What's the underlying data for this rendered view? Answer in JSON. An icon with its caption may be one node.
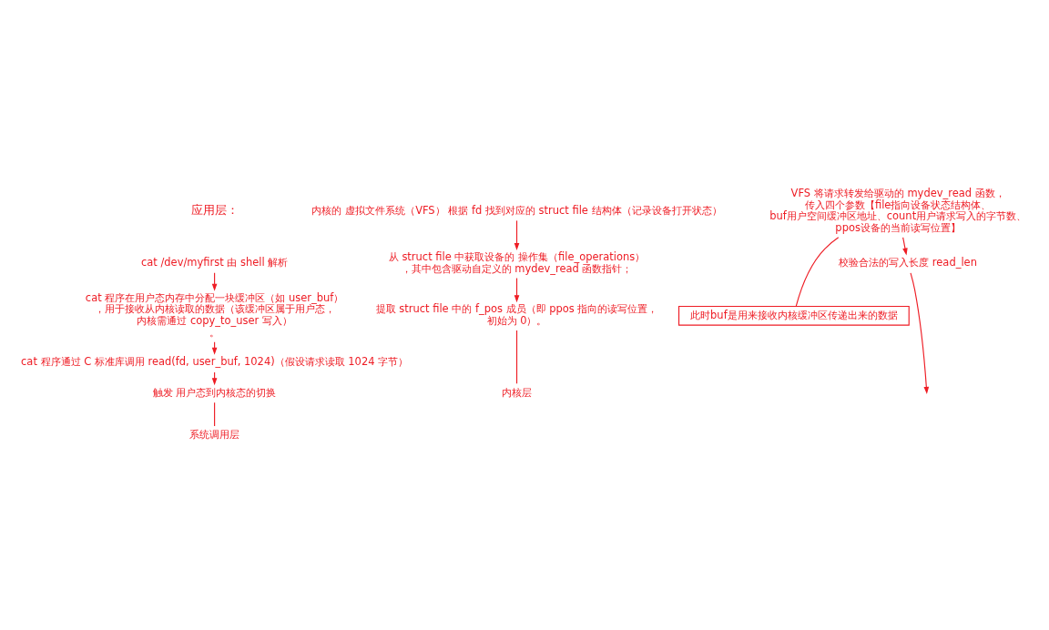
{
  "diagram": {
    "nodes": [
      {
        "text": [
          "cat /dev/myfirst 由 shell 解析"
        ]
      },
      {
        "text": [
          "cat 程序在用户态内存中分配一块缓冲区（如 user_buf），用于接收从内核读取的数据（该缓冲区属于用户态，内核需通过 copy_to_user 写入）。"
        ]
      },
      {
        "text": [
          "cat 程序通过 C 标准库调用 read(fd, user_buf, 1024)（假设请求读取 1024 字节）"
        ]
      },
      {
        "text": [
          "触发 用户态到内核态的切换"
        ]
      },
      {
        "text": [
          "系统调用层"
        ]
      },
      {
        "text": [
          "内核的 虚拟文件系统（VFS） 根据 fd 找到对应的 struct file 结构体（记录设备打开状态）"
        ]
      },
      {
        "text": [
          "从 struct file 中获取设备的 操作集（file_operations），其中包含驱动自定义的 mydev_read 函数指针；"
        ]
      },
      {
        "text": [
          "提取 struct file 中的 f_pos 成员（即 ppos 指向的读写位置，初始为 0）。"
        ]
      },
      {
        "text": [
          "内核层"
        ]
      },
      {
        "text": [
          "VFS 将请求转发给驱动的 mydev_read 函数，传入四个参数【file指向设备状态结构体、buf用户空间缓冲区地址、count用户请求写入的字节数、ppos设备的当前读写位置】"
        ]
      },
      {
        "text": [
          "此时buf是用来接收内核缓冲区传递出来的数据"
        ]
      },
      {
        "text": [
          "校验合法的写入长度 read_len"
        ]
      }
    ],
    "edges": [
      {
        "from": 0,
        "to": 1,
        "arrow": "to"
      },
      {
        "from": 1,
        "to": 2,
        "arrow": "to"
      },
      {
        "from": 2,
        "to": 3,
        "arrow": "to"
      },
      {
        "from": 3,
        "to": 4,
        "arrow": "none"
      },
      {
        "from": 5,
        "to": 6,
        "arrow": "to"
      },
      {
        "from": 6,
        "to": 7,
        "arrow": "to"
      },
      {
        "from": 7,
        "to": 8,
        "arrow": "none"
      },
      {
        "from": 9,
        "to": 11,
        "arrow": "to"
      },
      {
        "from": 9,
        "to": 10,
        "arrow": "none"
      },
      {
        "from": 11,
        "to": null,
        "arrow": "to"
      }
    ],
    "labels": [
      "应用层："
    ]
  }
}
